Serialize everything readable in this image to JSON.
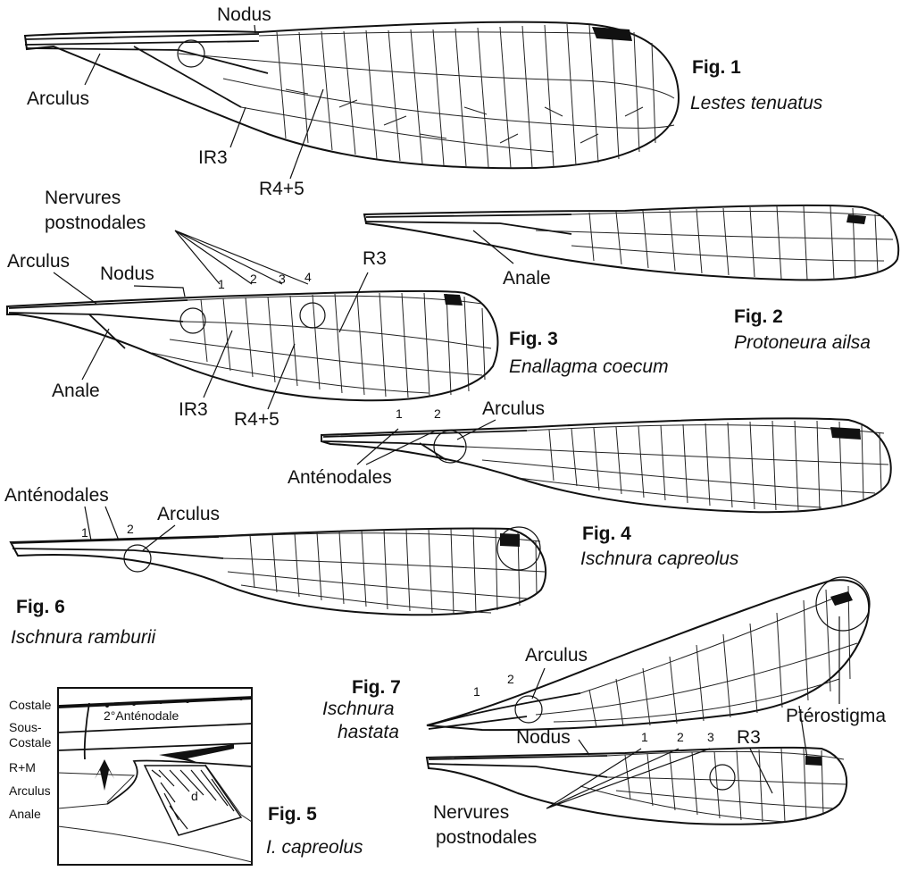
{
  "figures": [
    {
      "id": "fig1",
      "title": "Fig. 1",
      "species": "Lestes tenuatus",
      "labels": {
        "nodus": "Nodus",
        "arculus": "Arculus",
        "ir3": "IR3",
        "r45": "R4+5"
      }
    },
    {
      "id": "fig2",
      "title": "Fig. 2",
      "species": "Protoneura ailsa",
      "labels": {
        "anale": "Anale"
      }
    },
    {
      "id": "fig3",
      "title": "Fig. 3",
      "species": "Enallagma coecum",
      "labels": {
        "postnodales_line1": "Nervures",
        "postnodales_line2": "postnodales",
        "arculus": "Arculus",
        "nodus": "Nodus",
        "r3": "R3",
        "anale": "Anale",
        "ir3": "IR3",
        "r45": "R4+5",
        "n1": "1",
        "n2": "2",
        "n3": "3",
        "n4": "4"
      }
    },
    {
      "id": "fig4",
      "title": "Fig. 4",
      "species": "Ischnura capreolus",
      "labels": {
        "arculus": "Arculus",
        "antenodales": "Anténodales",
        "n1": "1",
        "n2": "2"
      }
    },
    {
      "id": "fig5",
      "title": "Fig. 5",
      "species": "I. capreolus",
      "labels": {
        "costale": "Costale",
        "sous1": "Sous-",
        "sous2": "Costale",
        "rm": "R+M",
        "arculus": "Arculus",
        "anale": "Anale",
        "antenodale2": "2°Anténodale",
        "d": "d"
      }
    },
    {
      "id": "fig6",
      "title": "Fig. 6",
      "species": "Ischnura ramburii",
      "labels": {
        "antenodales": "Anténodales",
        "arculus": "Arculus",
        "n1": "1",
        "n2": "2"
      }
    },
    {
      "id": "fig7",
      "title": "Fig. 7",
      "species_line1": "Ischnura",
      "species_line2": "hastata",
      "labels": {
        "arculus": "Arculus",
        "pterostigma": "Ptérostigma",
        "nodus": "Nodus",
        "r3": "R3",
        "postnodales_line1": "Nervures",
        "postnodales_line2": "postnodales",
        "n1": "1",
        "n2": "2",
        "n3": "3",
        "a1": "1",
        "a2": "2"
      }
    }
  ]
}
